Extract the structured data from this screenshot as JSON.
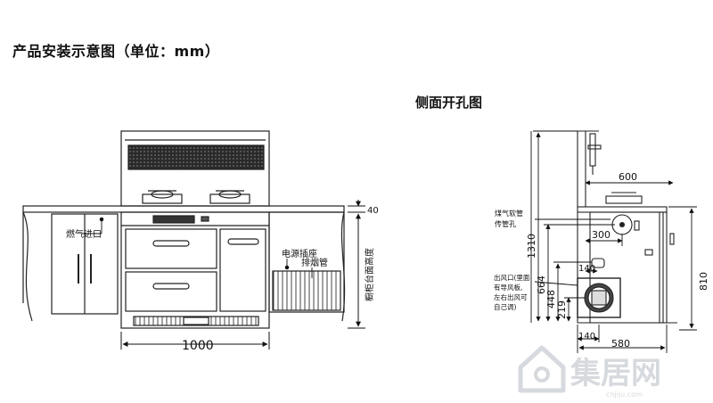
{
  "title": "产品安装示意图（单位：mm）",
  "side_view_title": "侧面开孔图",
  "front_view": {
    "gas_inlet_label": "燃气进口",
    "power_socket_label": "电源插座",
    "exhaust_pipe_label": "排烟管",
    "cabinet_height_label": "橱柜台面高度",
    "width_dim": "1000",
    "top_offset_dim": "40"
  },
  "side_view": {
    "gas_hose_label_1": "煤气软管",
    "gas_hose_label_2": "传管孔",
    "air_outlet_label_1": "出风口(里面",
    "air_outlet_label_2": "有导风板,",
    "air_outlet_label_3": "左右出风可",
    "air_outlet_label_4": "自己调)",
    "dim_600": "600",
    "dim_300": "300",
    "dim_1310": "1310",
    "dim_664": "664",
    "dim_448": "448",
    "dim_219": "219",
    "dim_140_top": "140",
    "dim_140_bottom": "140",
    "dim_580": "580",
    "dim_810": "810"
  },
  "watermark": {
    "brand": "集居网",
    "url": "cnjiju.com"
  }
}
